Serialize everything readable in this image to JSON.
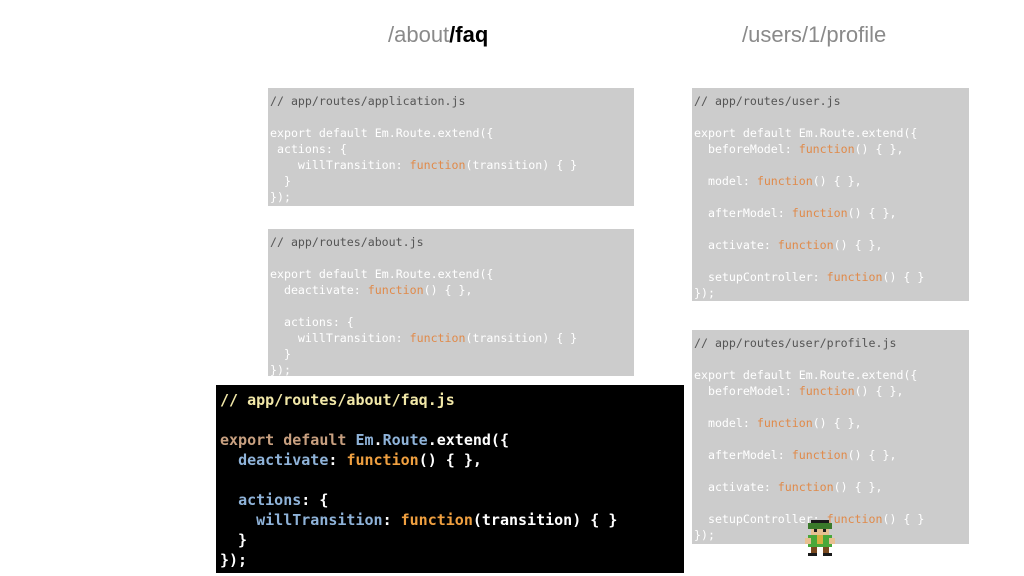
{
  "titles": {
    "left_prefix": "/about",
    "left_bold": "/faq",
    "right": "/users/1/profile"
  },
  "code": {
    "application": [
      "// app/routes/application.js",
      "",
      "export default Em.Route.extend({",
      " actions: {",
      "    willTransition: function(transition) { }",
      "  }",
      "});"
    ],
    "about": [
      "// app/routes/about.js",
      "",
      "export default Em.Route.extend({",
      "  deactivate: function() { },",
      "",
      "  actions: {",
      "    willTransition: function(transition) { }",
      "  }",
      "});"
    ],
    "faq": [
      "// app/routes/about/faq.js",
      "",
      "export default Em.Route.extend({",
      "  deactivate: function() { },",
      "",
      "  actions: {",
      "    willTransition: function(transition) { }",
      "  }",
      "});"
    ],
    "user": [
      "// app/routes/user.js",
      "",
      "export default Em.Route.extend({",
      "  beforeModel: function() { },",
      "",
      "  model: function() { },",
      "",
      "  afterModel: function() { },",
      "",
      "  activate: function() { },",
      "",
      "  setupController: function() { }",
      "});"
    ],
    "profile": [
      "// app/routes/user/profile.js",
      "",
      "export default Em.Route.extend({",
      "  beforeModel: function() { },",
      "",
      "  model: function() { },",
      "",
      "  afterModel: function() { },",
      "",
      "  activate: function() { },",
      "",
      "  setupController: function() { }",
      "});"
    ]
  },
  "sprite": {
    "icon": "pixel-character-icon"
  }
}
